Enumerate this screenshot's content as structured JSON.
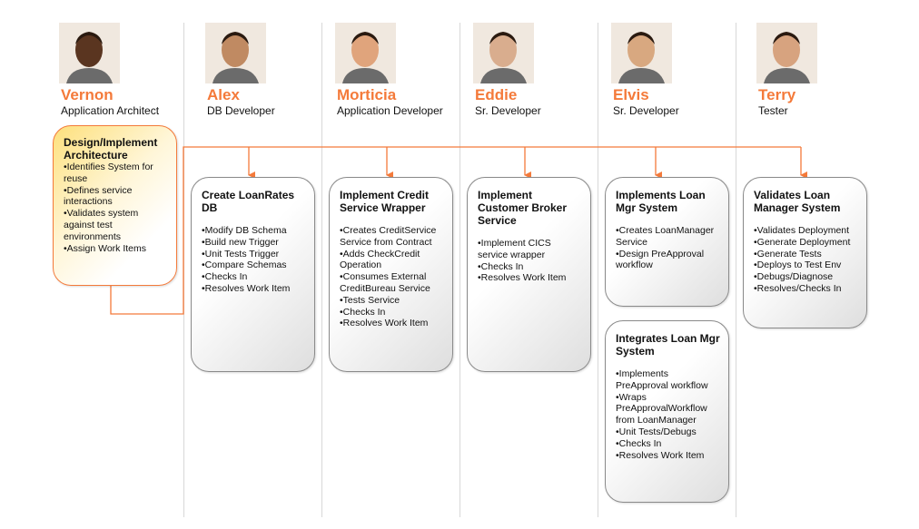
{
  "accent": "#f47a3a",
  "people": [
    {
      "name": "Vernon",
      "role": "Application Architect",
      "skin": "#5a3520"
    },
    {
      "name": "Alex",
      "role": "DB Developer",
      "skin": "#c08a62"
    },
    {
      "name": "Morticia",
      "role": "Application Developer",
      "skin": "#e0a47c"
    },
    {
      "name": "Eddie",
      "role": "Sr. Developer",
      "skin": "#d9ad8e"
    },
    {
      "name": "Elvis",
      "role": "Sr. Developer",
      "skin": "#d8a880"
    },
    {
      "name": "Terry",
      "role": "Tester",
      "skin": "#d7a37f"
    }
  ],
  "tasks": [
    {
      "title": "Design/Implement Architecture",
      "items": [
        "•Identifies System for reuse",
        "•Defines service interactions",
        "•Validates system against test environments",
        "•Assign Work Items"
      ]
    },
    {
      "title": "Create LoanRates DB",
      "items": [
        "•Modify DB Schema",
        "•Build new Trigger",
        "•Unit Tests Trigger",
        "•Compare Schemas",
        "•Checks In",
        "•Resolves Work Item"
      ]
    },
    {
      "title": "Implement Credit Service Wrapper",
      "items": [
        "•Creates CreditService Service from Contract",
        "•Adds CheckCredit Operation",
        "•Consumes External CreditBureau Service",
        "•Tests Service",
        "•Checks In",
        "•Resolves Work Item"
      ]
    },
    {
      "title": "Implement Customer Broker Service",
      "items": [
        "•Implement CICS service wrapper",
        "•Checks In",
        "•Resolves Work Item"
      ]
    },
    {
      "title": "Implements Loan Mgr System",
      "items": [
        "•Creates LoanManager Service",
        "•Design PreApproval workflow"
      ]
    },
    {
      "title": "Integrates Loan Mgr System",
      "items": [
        "•Implements PreApproval workflow",
        "•Wraps PreApprovalWorkflow from LoanManager",
        "•Unit Tests/Debugs",
        "•Checks In",
        "•Resolves Work Item"
      ]
    },
    {
      "title": "Validates Loan Manager System",
      "items": [
        "•Validates Deployment",
        "•Generate Deployment",
        "•Generate Tests",
        "•Deploys to Test Env",
        "•Debugs/Diagnose",
        "•Resolves/Checks In"
      ]
    }
  ]
}
